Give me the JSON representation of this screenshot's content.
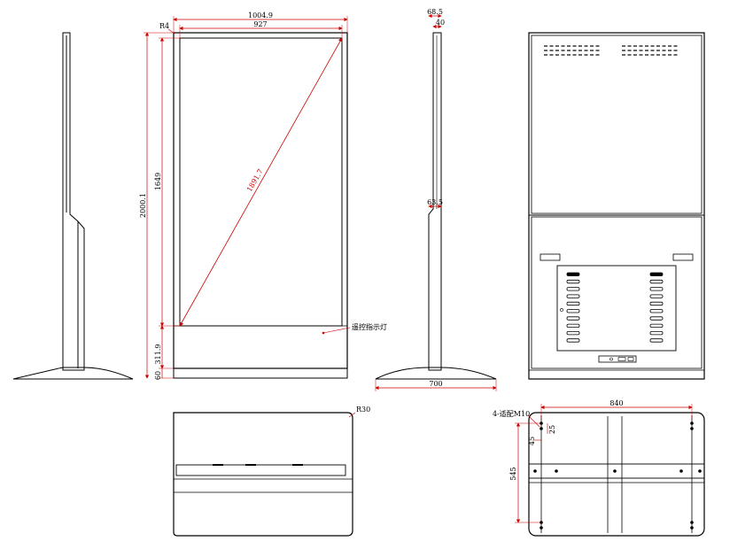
{
  "colors": {
    "line": "#000000",
    "dim": "#cc0000"
  },
  "front": {
    "width_outer": "1004.9",
    "width_inner": "927",
    "corner_radius": "R4",
    "height_total": "2000.1",
    "height_screen": "1649",
    "diagonal": "1891.7",
    "bottom_section": "311.9",
    "base_thickness": "60",
    "indicator_label": "遥控指示灯"
  },
  "side": {
    "depth_top": "68.5",
    "depth_inner": "40",
    "step": "63.5",
    "base_width": "700"
  },
  "bottom": {
    "corner_radius": "R30"
  },
  "base_plan": {
    "width": "840",
    "depth": "545",
    "hole_label": "4-适配M10",
    "offset_x": "45",
    "offset_y": "25"
  }
}
